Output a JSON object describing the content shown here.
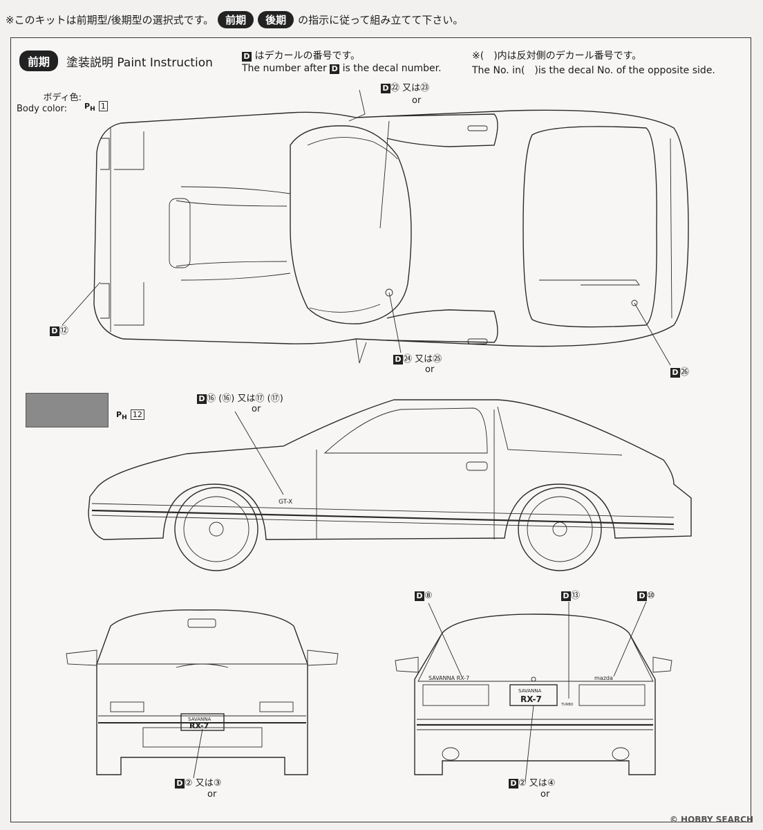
{
  "top_note": {
    "text_before": "※このキットは前期型/後期型の選択式です。",
    "pill_early": "前期",
    "pill_late": "後期",
    "text_after": "の指示に従って組み立てて下さい。"
  },
  "header": {
    "pill": "前期",
    "title": "塗装説明 Paint Instruction",
    "decal_note_jp": "はデカールの番号です。",
    "decal_note_en_before": "The number after",
    "decal_note_en_after": "is the decal number.",
    "opposite_note_jp": "※(　)内は反対側のデカール番号です。",
    "opposite_note_en": "The No. in(　)is the decal No. of the opposite side."
  },
  "body_color": {
    "label_jp": "ボディ色",
    "label_en": "Body color",
    "ph_prefix": "P",
    "ph_sub": "H",
    "paint_no": "1"
  },
  "swatch": {
    "color": "#8a8a8a",
    "ph_prefix": "P",
    "ph_sub": "H",
    "paint_no": "12"
  },
  "decal_d_letter": "D",
  "callouts": {
    "d22": {
      "num": "㉒",
      "or_jp": "又は",
      "or_en": "or",
      "alt": "㉓"
    },
    "d12": {
      "num": "⑫"
    },
    "d24": {
      "num": "㉔",
      "or_jp": "又は",
      "or_en": "or",
      "alt": "㉕"
    },
    "d26": {
      "num": "㉖"
    },
    "d16": {
      "num": "⑯",
      "paren": "(⑯)",
      "or_jp": "又は",
      "or_en": "or",
      "alt": "⑰",
      "alt_paren": "(⑰)"
    },
    "d8": {
      "num": "⑧"
    },
    "d13": {
      "num": "⑬"
    },
    "d10": {
      "num": "⑩"
    },
    "d2_front": {
      "num": "②",
      "or_jp": "又は",
      "or_en": "or",
      "alt": "③"
    },
    "d2_rear": {
      "num": "②",
      "or_jp": "又は",
      "or_en": "or",
      "alt": "④"
    }
  },
  "car_text": {
    "gtx": "GT-X",
    "plate_top": "SAVANNA",
    "plate_main": "RX-7",
    "rear_badge": "SAVANNA RX-7",
    "rear_mazda": "mazda",
    "rear_turbo": "TURBO"
  },
  "watermark": "© HOBBY SEARCH"
}
